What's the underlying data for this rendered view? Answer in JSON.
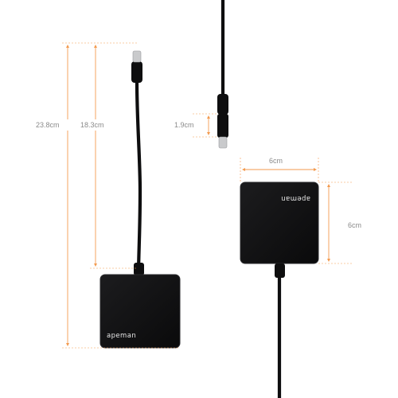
{
  "colors": {
    "background": "#ffffff",
    "device": "#0e0e0f",
    "device_edge": "#2a2a2c",
    "connector_tip": "#c9cacc",
    "dimension_line": "#f39a4e",
    "dimension_text": "#8a8a8a",
    "brand_text": "#e6e6e6"
  },
  "dimensions": {
    "total_length": "23.8cm",
    "cable_length": "18.3cm",
    "connector_length": "1.9cm",
    "hub_width": "6cm",
    "hub_height": "6cm"
  },
  "brand": {
    "front_logo": "apeman",
    "back_logo": "apeman"
  }
}
